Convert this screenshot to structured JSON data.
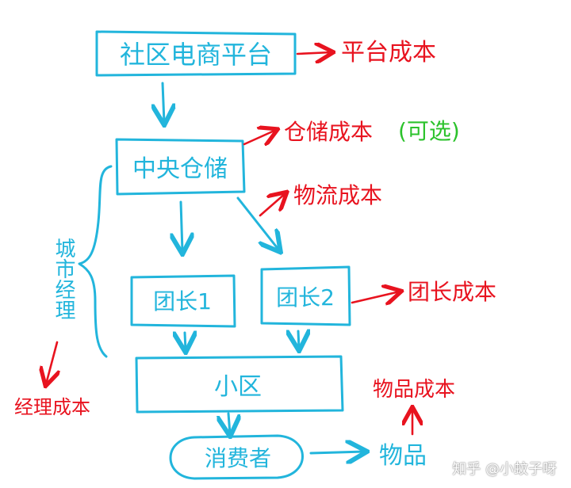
{
  "nodes": {
    "platform": "社区电商平台",
    "warehouse": "中央仓储",
    "leader1": "团长1",
    "leader2": "团长2",
    "community": "小区",
    "consumer": "消费者"
  },
  "costs": {
    "platform_cost": "平台成本",
    "warehouse_cost": "仓储成本",
    "optional": "(可选)",
    "logistics_cost": "物流成本",
    "leader_cost": "团长成本",
    "manager_cost": "经理成本",
    "goods_cost": "物品成本"
  },
  "labels": {
    "city_manager": "城市经理",
    "goods": "物品"
  },
  "watermark": "知乎 @小蚊子呀",
  "colors": {
    "flow": "#22b5dc",
    "cost": "#e8131f",
    "optional": "#2bc22b"
  }
}
